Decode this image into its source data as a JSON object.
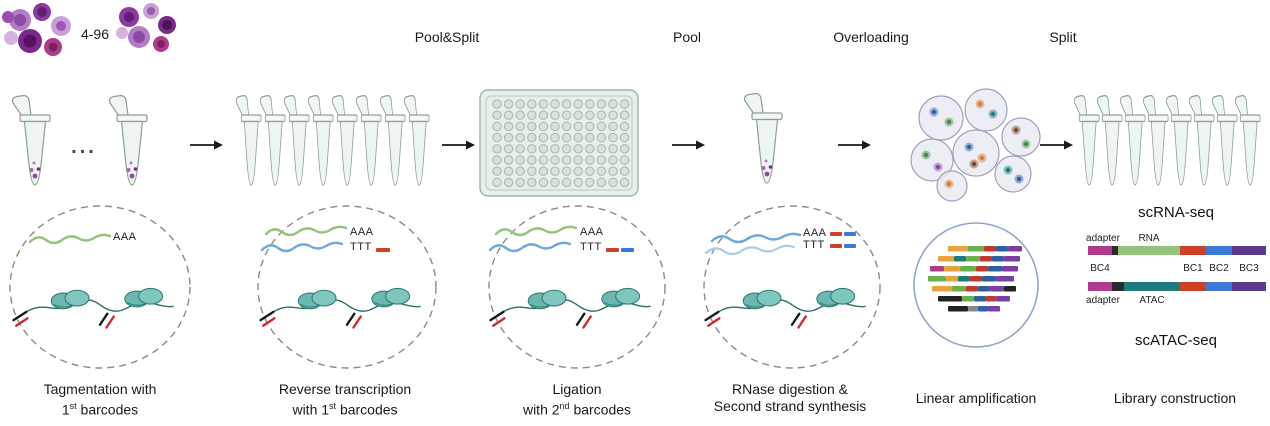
{
  "top_labels": {
    "cell_count": "4-96",
    "pool_split": "Pool&Split",
    "pool": "Pool",
    "overloading": "Overloading",
    "split": "Split"
  },
  "tube_ellipsis": "...",
  "molecule_labels": {
    "e1_polya": "AAA",
    "e2_polya": "AAA",
    "e2_polyt": "TTT",
    "e3_polya": "AAA",
    "e3_polyt": "TTT",
    "e4_polya": "AAA",
    "e4_polyt": "TTT"
  },
  "library": {
    "scrna_title": "scRNA-seq",
    "scatac_title": "scATAC-seq",
    "rna_adapter_label": "adapter",
    "rna_insert_label": "RNA",
    "bc4_label": "BC4",
    "bc1_label": "BC1",
    "bc2_label": "BC2",
    "bc3_label": "BC3",
    "atac_adapter_label": "adapter",
    "atac_insert_label": "ATAC"
  },
  "captions": {
    "c1": {
      "line1": "Tagmentation with",
      "line2_num": "1",
      "line2_sup": "st",
      "line2_rest": " barcodes"
    },
    "c2": {
      "line1": "Reverse transcription",
      "line2_pre": "with ",
      "line2_num": "1",
      "line2_sup": "st",
      "line2_rest": " barcodes"
    },
    "c3": {
      "line1": "Ligation",
      "line2_pre": "with ",
      "line2_num": "2",
      "line2_sup": "nd",
      "line2_rest": " barcodes"
    },
    "c4": {
      "line1": "RNase digestion &",
      "line2_pre": "Second strand synthesis"
    },
    "c5": {
      "line1": "Linear amplification"
    },
    "c6": {
      "line1": "Library construction"
    }
  },
  "colors": {
    "rna_green": "#93c47d",
    "cdna_blue": "#6fa8dc",
    "barcode_red": "#cc4125",
    "barcode_blue": "#3c78d8",
    "barcode_purple": "#5b3a8e",
    "adapter_magenta": "#b03a8c",
    "atac_teal": "#1f7a7e",
    "nucleosome_teal": "#6cb8b0",
    "cell_purple": "#8a3aa0",
    "amplification_circle_blue": "#8aa4c8"
  }
}
